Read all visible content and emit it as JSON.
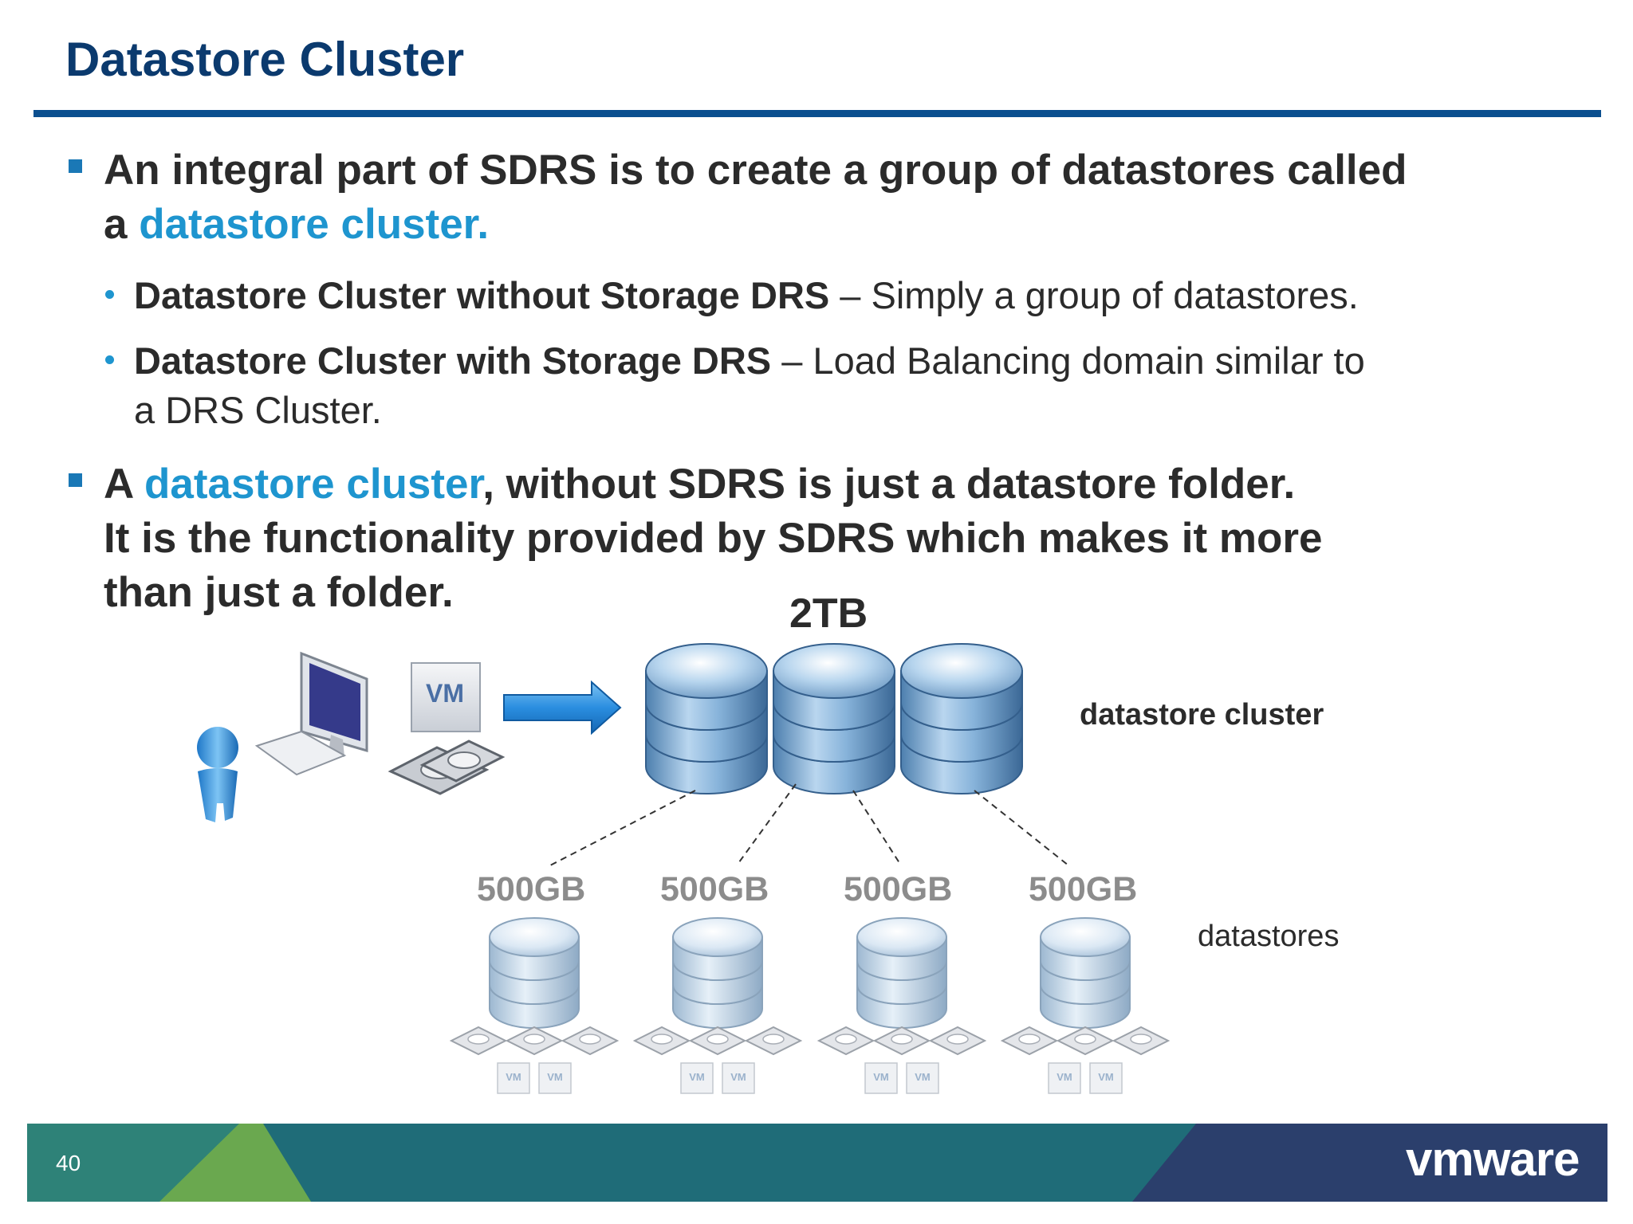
{
  "slide": {
    "title": "Datastore Cluster",
    "page_number": "40",
    "logo_text": "vmware"
  },
  "bullets": {
    "b1_pre": "An integral part of SDRS is to create a group of datastores called",
    "b1_line2_pre": "a ",
    "b1_accent": "datastore cluster.",
    "sub1_bold": "Datastore Cluster without Storage DRS",
    "sub1_rest": " – Simply a group of datastores.",
    "sub2_bold": "Datastore Cluster with Storage DRS",
    "sub2_rest": " – Load Balancing domain similar to",
    "sub2_line2": "a DRS Cluster.",
    "b2_pre": "A ",
    "b2_accent": "datastore cluster",
    "b2_rest": ", without SDRS is just a datastore folder.",
    "b2_line2": "It is the functionality provided by SDRS which makes it more",
    "b2_line3": "than just a folder."
  },
  "diagram": {
    "cluster_capacity": "2TB",
    "cluster_label": "datastore cluster",
    "datastores_label": "datastores",
    "vm_badge": "VM",
    "small_vm_badge": "VM",
    "datastore_sizes": [
      "500GB",
      "500GB",
      "500GB",
      "500GB"
    ]
  },
  "colors": {
    "title": "#0b3a6e",
    "accent": "#1e95cf",
    "rule": "#0b4f8f",
    "footer_green": "#6aa84f",
    "footer_teal": "#1f6c78",
    "footer_navy": "#2b3f6c"
  }
}
